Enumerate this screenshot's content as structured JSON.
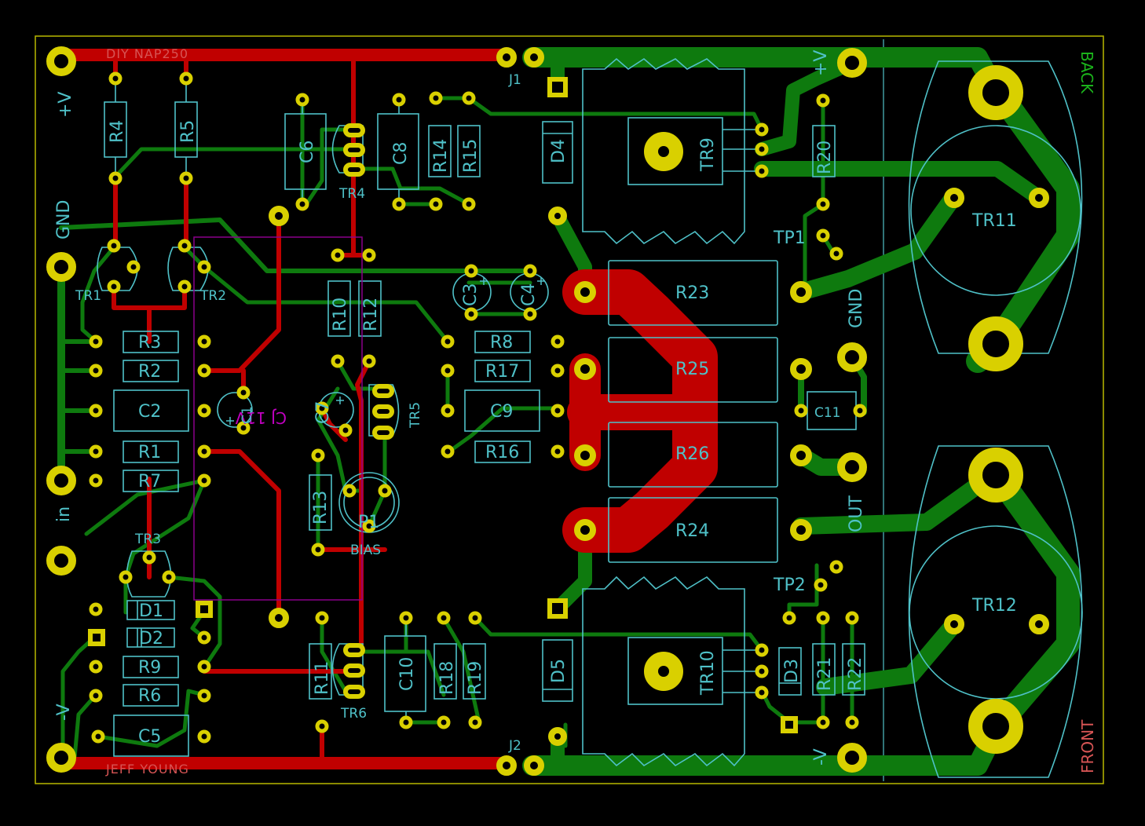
{
  "board": {
    "silk_top": "DIY NAP250",
    "silk_bottom": "JEFF YOUNG",
    "mirror_layer": "CJ 11V",
    "back_label": "BACK",
    "front_label": "FRONT"
  },
  "connectors": {
    "vplus_left": "+V",
    "gnd_left": "GND",
    "in_left": "in",
    "vminus_left": "-V",
    "vplus_right": "+V",
    "gnd_right": "GND",
    "out_right": "OUT",
    "vminus_right": "-V",
    "j1": "J1",
    "j2": "J2"
  },
  "components": {
    "R4": "R4",
    "R5": "R5",
    "C6": "C6",
    "TR4": "TR4",
    "C8": "C8",
    "R14": "R14",
    "R15": "R15",
    "D4": "D4",
    "TR9": "TR9",
    "R20": "R20",
    "TR11": "TR11",
    "TR1": "TR1",
    "TR2": "TR2",
    "R10": "R10",
    "R12": "R12",
    "C3": "C3",
    "C4": "C4",
    "R23": "R23",
    "TP1": "TP1",
    "R3": "R3",
    "R2": "R2",
    "C2": "C2",
    "C1": "C1",
    "C7": "C7",
    "TR5": "TR5",
    "R8": "R8",
    "R17": "R17",
    "C9": "C9",
    "R16": "R16",
    "R25": "R25",
    "R26": "R26",
    "C11": "C11",
    "R1": "R1",
    "R7": "R7",
    "R13": "R13",
    "P1": "P1",
    "BIAS": "BIAS",
    "R24": "R24",
    "TR3": "TR3",
    "TP2": "TP2",
    "TR12": "TR12",
    "D1": "D1",
    "D2": "D2",
    "R9": "R9",
    "R6": "R6",
    "C5": "C5",
    "R11": "R11",
    "TR6": "TR6",
    "C10": "C10",
    "R18": "R18",
    "R19": "R19",
    "D5": "D5",
    "TR10": "TR10",
    "D3": "D3",
    "R21": "R21",
    "R22": "R22"
  },
  "colors": {
    "background": "#000000",
    "top_copper": "#c00000",
    "bottom_copper": "#0e7a0e",
    "pad": "#d9d000",
    "silkscreen": "#4fc1c8",
    "edge_cuts": "#b8b800",
    "fab_layer": "#c000c0",
    "text_red": "#d65454",
    "text_green": "#1bb31b"
  }
}
